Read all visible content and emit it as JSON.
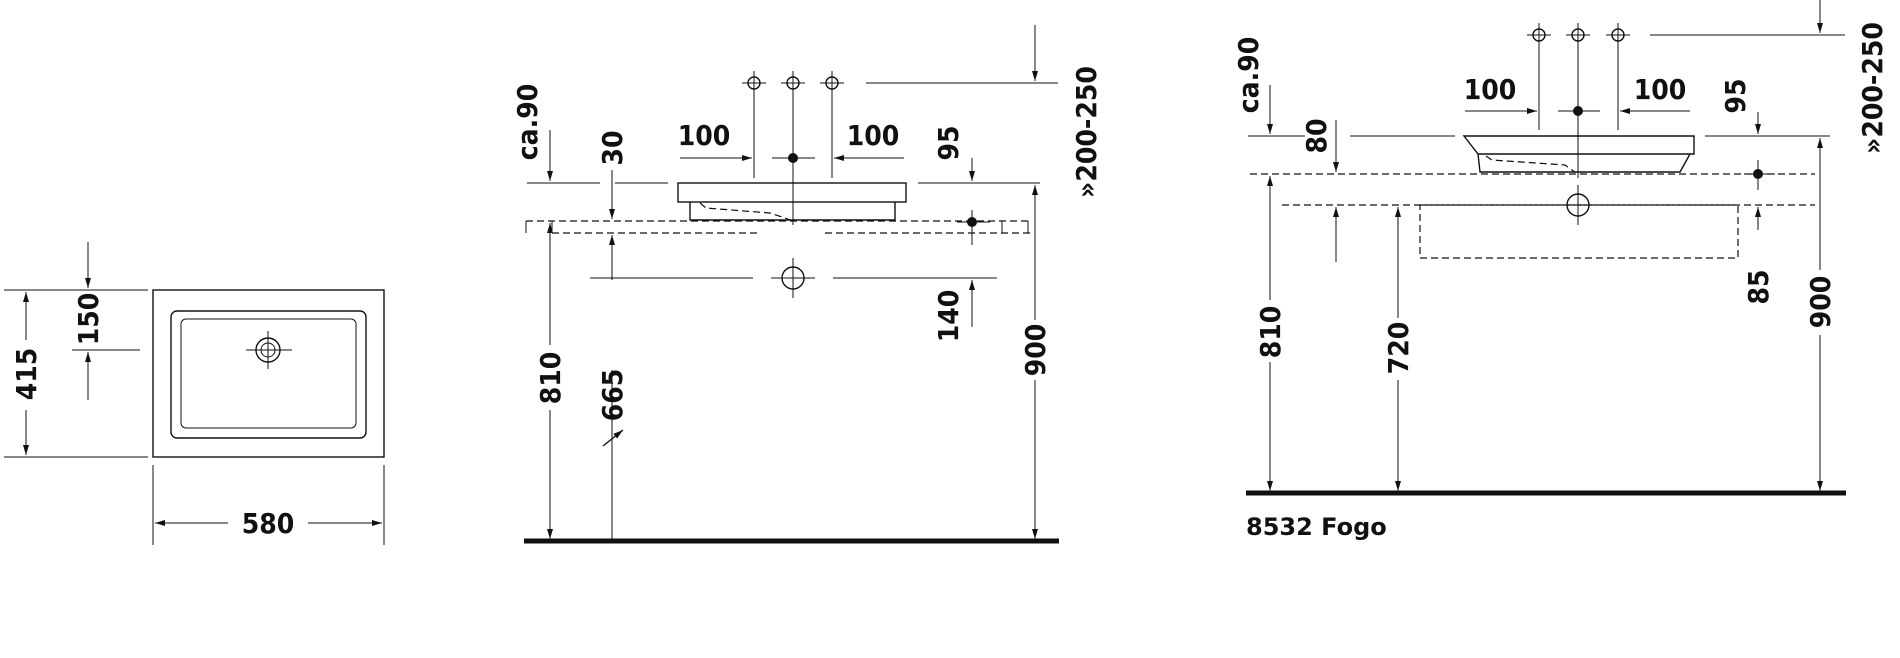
{
  "plan_view": {
    "width": "580",
    "depth": "415",
    "drain_offset": "150"
  },
  "section_a": {
    "above_counter": "ca.90",
    "rim_height": "30",
    "tap_spacing_left": "100",
    "tap_spacing_right": "100",
    "tap_setback": "95",
    "tap_height": "»200-250",
    "overflow_drop": "140",
    "counter_height": "810",
    "drain_height": "665",
    "total_height": "900"
  },
  "section_b": {
    "above_counter": "ca.90",
    "rim_height": "80",
    "tap_spacing_left": "100",
    "tap_spacing_right": "100",
    "tap_setback": "95",
    "tap_height": "»200-250",
    "drop": "85",
    "counter_height": "810",
    "drain_height": "720",
    "total_height": "900",
    "caption": "8532 Fogo"
  }
}
